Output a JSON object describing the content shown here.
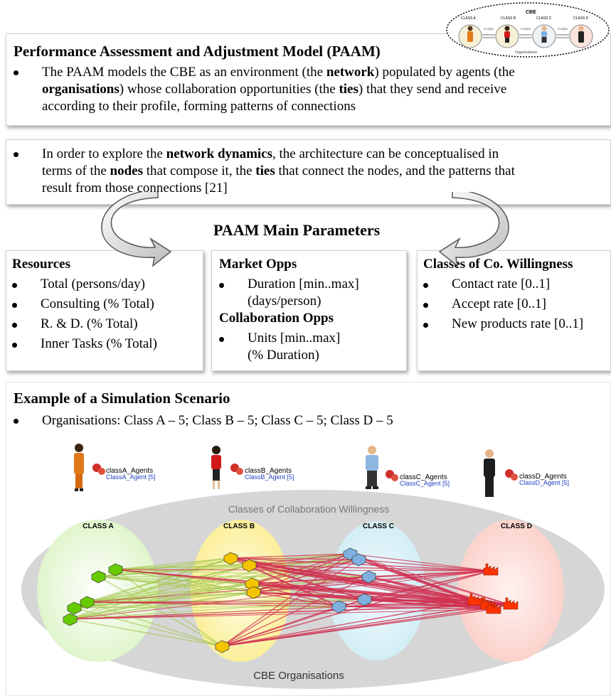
{
  "paam": {
    "title": "Performance Assessment and Adjustment Model (PAAM)",
    "bullet_pre1": "The PAAM models the CBE as an environment (the ",
    "bullet_b1": "network",
    "bullet_mid1": ") populated by agents (the",
    "bullet_b2": "organisations",
    "bullet_mid2": ") whose collaboration opportunities (the ",
    "bullet_b3": "ties",
    "bullet_post": ") that they send and receive",
    "bullet_line3": "according to their profile, forming patterns of connections"
  },
  "network": {
    "pre1": "In order to explore the ",
    "b1": "network dynamics",
    "mid1": ", the architecture can be conceptualised in",
    "pre2": "terms of the ",
    "b2": "nodes",
    "mid2": " that compose it, the ",
    "b3": "ties",
    "post2": " that connect the nodes, and the patterns that",
    "line3": "result from those connections [21]"
  },
  "params_title": "PAAM Main Parameters",
  "resources": {
    "heading": "Resources",
    "items": [
      "Total (persons/day)",
      "Consulting (% Total)",
      "R. & D. (% Total)",
      "Inner Tasks (% Total)"
    ]
  },
  "market": {
    "heading": "Market Opps",
    "item1a": "Duration [min..max]",
    "item1b": "(days/person)",
    "heading2": "Collaboration Opps",
    "item2a": "Units [min..max]",
    "item2b": "(% Duration)"
  },
  "classes": {
    "heading": "Classes of Co. Willingness",
    "items": [
      "Contact rate [0..1]",
      "Accept rate [0..1]",
      "New products rate [0..1]"
    ]
  },
  "scenario": {
    "title": "Example of a Simulation Scenario",
    "bullet": "Organisations: Class A – 5; Class B – 5; Class C – 5; Class D – 5"
  },
  "diagram": {
    "agents": [
      {
        "name": "classA_Agents",
        "sub": "ClassA_Agent [5]"
      },
      {
        "name": "classB_Agents",
        "sub": "ClassB_Agent [5]"
      },
      {
        "name": "classC_Agents",
        "sub": "ClassC_Agent [5]"
      },
      {
        "name": "classD_Agents",
        "sub": "ClassD_Agent [5]"
      }
    ],
    "willingness_label": "Classes of Collaboration Willingness",
    "class_labels": [
      "CLASS A",
      "CLASS B",
      "CLASS C",
      "CLASS D"
    ],
    "cbe_label": "CBE Organisations",
    "colors": {
      "class_a": "#66cc00",
      "class_b": "#f5c400",
      "class_c": "#7fb0e0",
      "class_d": "#ff3300",
      "tie_red": "#d03050",
      "tie_green": "#a6c850"
    }
  },
  "inset": {
    "title": "CBE",
    "classes": [
      "CLASS A",
      "CLASS B",
      "CLASS C",
      "CLASS D"
    ],
    "opps": [
      "CoOps",
      "CoOps",
      "CoOps"
    ],
    "org_label": "Organisations"
  }
}
